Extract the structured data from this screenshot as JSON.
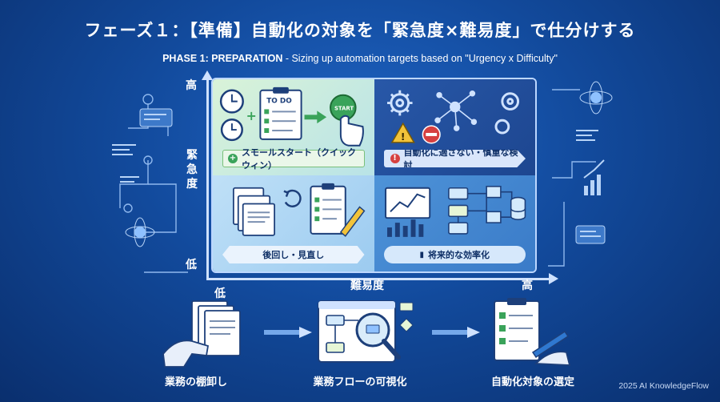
{
  "title": "フェーズ１：【準備】自動化の対象を「緊急度×難易度」で仕分けする",
  "subtitle": {
    "bold": "PHASE 1: PREPARATION",
    "rest": " - Sizing up automation targets based on \"Urgency x Difficulty\""
  },
  "axis": {
    "y_high": "高",
    "y_label": "緊急度",
    "y_low": "低",
    "x_low": "低",
    "x_label": "難易度",
    "x_high": "高"
  },
  "quadrants": {
    "top_left": {
      "label": "スモールスタート（クイックウィン）",
      "todo": "TO DO",
      "start": "START"
    },
    "top_right": {
      "label": "自動化に適さない・慎重な検討"
    },
    "bottom_left": {
      "label": "後回し・見直し"
    },
    "bottom_right": {
      "label": "将来的な効率化"
    }
  },
  "steps": [
    {
      "label": "業務の棚卸し"
    },
    {
      "label": "業務フローの可視化"
    },
    {
      "label": "自動化対象の選定"
    }
  ],
  "credit": "2025 AI KnowledgeFlow",
  "colors": {
    "green": "#3aa35a",
    "red": "#d64040",
    "accent": "#2f78d0"
  }
}
